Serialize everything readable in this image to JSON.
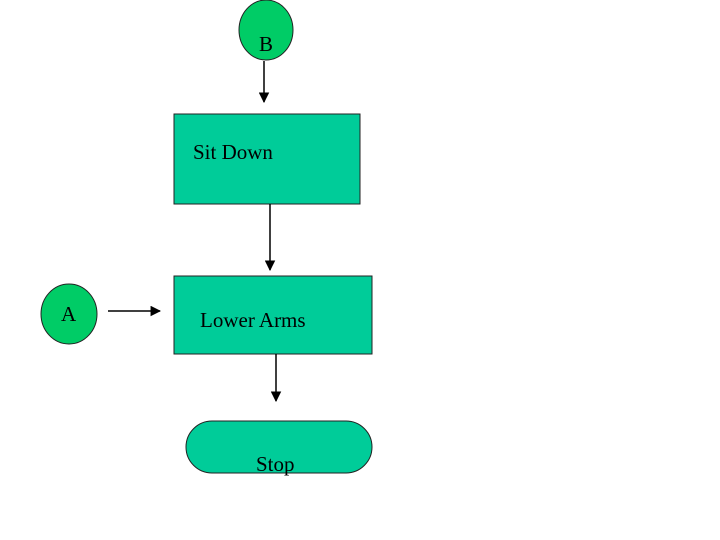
{
  "diagram": {
    "nodes": {
      "connector_b": {
        "label": "B",
        "shape": "circle"
      },
      "sit_down": {
        "label": "Sit Down",
        "shape": "process"
      },
      "connector_a": {
        "label": "A",
        "shape": "circle"
      },
      "lower_arms": {
        "label": "Lower Arms",
        "shape": "process"
      },
      "stop": {
        "label": "Stop",
        "shape": "terminator"
      }
    },
    "edges": [
      {
        "from": "connector_b",
        "to": "sit_down"
      },
      {
        "from": "sit_down",
        "to": "lower_arms"
      },
      {
        "from": "connector_a",
        "to": "lower_arms"
      },
      {
        "from": "lower_arms",
        "to": "stop"
      }
    ],
    "colors": {
      "node_fill": "#00cc99",
      "connector_b_fill": "#00cc66",
      "connector_a_fill": "#00cc66",
      "stroke": "#222222",
      "arrow": "#000000"
    }
  }
}
